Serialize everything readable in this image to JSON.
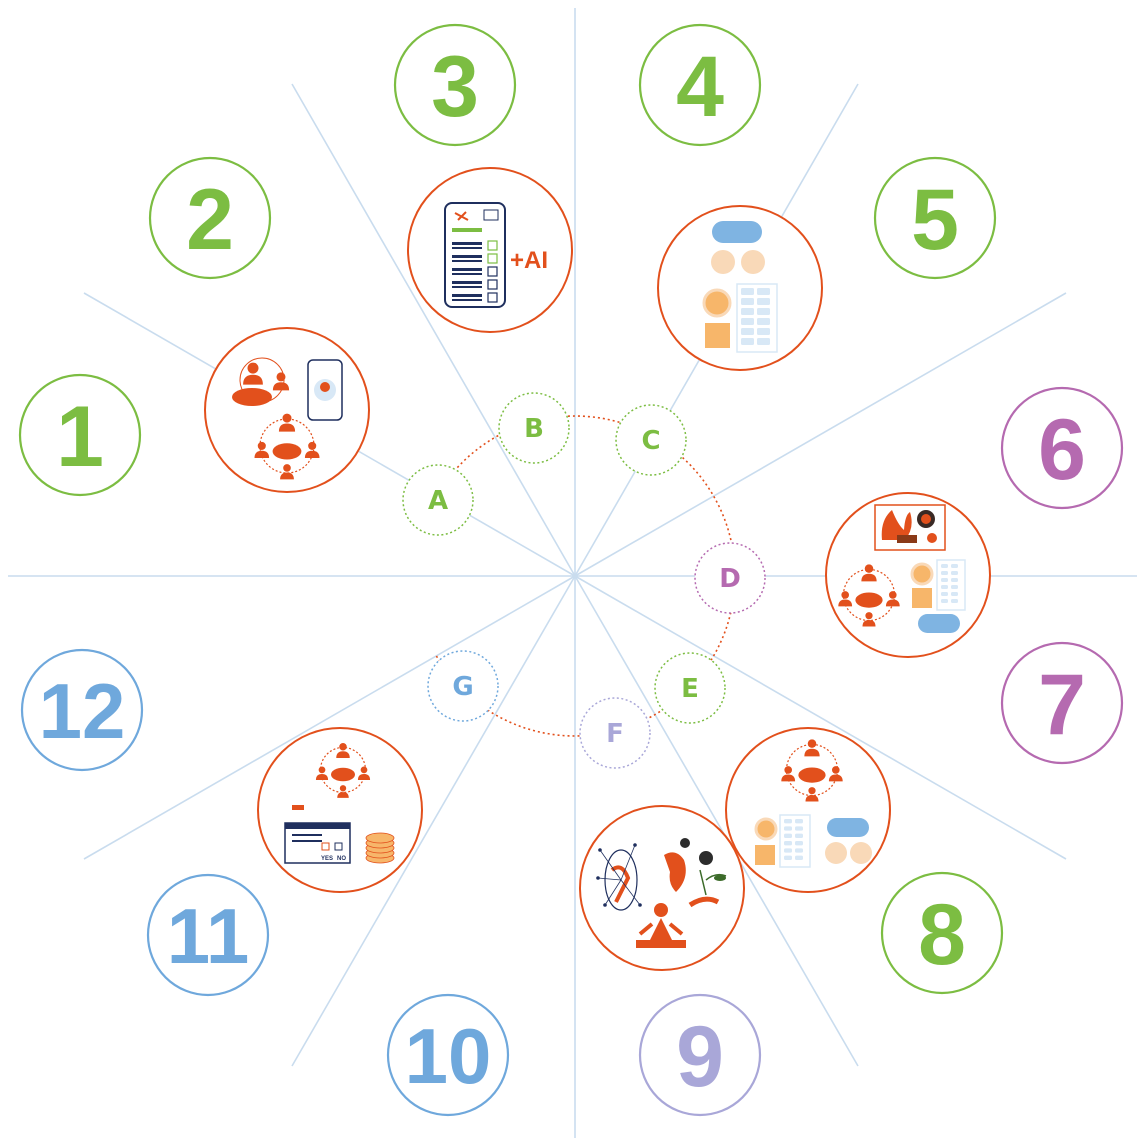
{
  "diagram": {
    "colors": {
      "spoke": "#c9dcee",
      "orange": "#e2501c",
      "green": "#7cbd42",
      "purple": "#b56ab0",
      "lavender": "#a9a7d8",
      "blue": "#6fa8dc",
      "tile_blue": "#7fb4e2",
      "peach": "#f9d9b8",
      "amber": "#f7b66a",
      "pale_blue": "#d8e8f6",
      "navy": "#1f2f5e"
    },
    "numbers": [
      {
        "label": "1",
        "color": "green"
      },
      {
        "label": "2",
        "color": "green"
      },
      {
        "label": "3",
        "color": "green"
      },
      {
        "label": "4",
        "color": "green"
      },
      {
        "label": "5",
        "color": "green"
      },
      {
        "label": "6",
        "color": "purple"
      },
      {
        "label": "7",
        "color": "purple"
      },
      {
        "label": "8",
        "color": "green"
      },
      {
        "label": "9",
        "color": "lavender"
      },
      {
        "label": "10",
        "color": "blue"
      },
      {
        "label": "11",
        "color": "blue"
      },
      {
        "label": "12",
        "color": "blue"
      }
    ],
    "letters": [
      {
        "label": "A",
        "color": "green"
      },
      {
        "label": "B",
        "color": "green"
      },
      {
        "label": "C",
        "color": "green"
      },
      {
        "label": "D",
        "color": "purple"
      },
      {
        "label": "E",
        "color": "green"
      },
      {
        "label": "F",
        "color": "lavender"
      },
      {
        "label": "G",
        "color": "blue"
      }
    ],
    "illustrations": [
      {
        "icon": "people-and-phone-consultation-icon"
      },
      {
        "icon": "phone-checklist-ai-icon",
        "label": "+AI"
      },
      {
        "icon": "shapes-and-table-icon"
      },
      {
        "icon": "fire-stones-group-shapes-icon"
      },
      {
        "icon": "group-table-shapes-icon"
      },
      {
        "icon": "meditation-plants-icon"
      },
      {
        "icon": "group-form-coins-icon",
        "form_yes": "YES",
        "form_no": "NO"
      }
    ]
  }
}
